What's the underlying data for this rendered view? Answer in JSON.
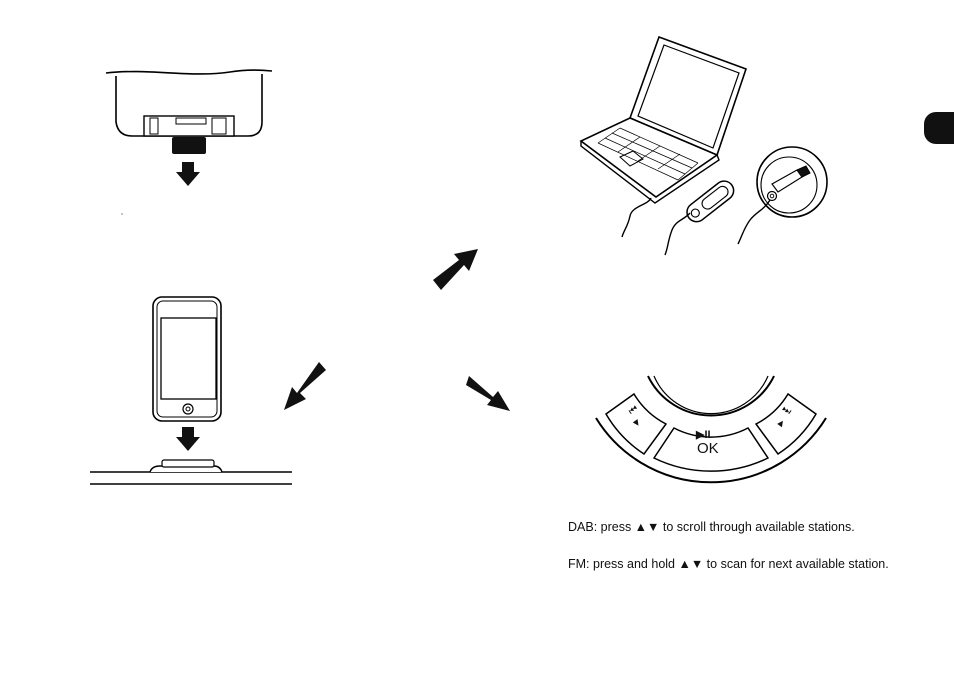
{
  "page": {
    "captions": {
      "dab": "DAB: press ▲▼ to scroll through available stations.",
      "fm": "FM: press and hold ▲▼ to scan for next available station."
    },
    "control_panel": {
      "prev_label": "⏮",
      "play_pause_label": "▶II",
      "ok_label": "OK",
      "next_label": "⏭"
    }
  }
}
